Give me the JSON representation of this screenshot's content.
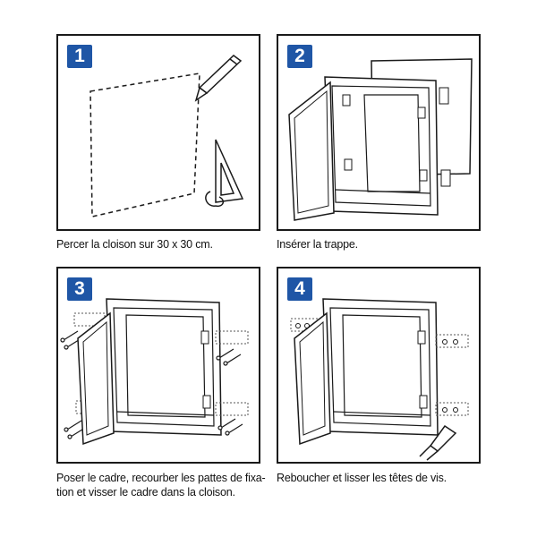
{
  "steps": [
    {
      "number": "1",
      "caption": "Percer la cloison sur 30 x 30 cm."
    },
    {
      "number": "2",
      "caption": "Insérer la trappe."
    },
    {
      "number": "3",
      "caption": "Poser le cadre, recourber les pattes de fixa-tion et visser le cadre dans la cloison."
    },
    {
      "number": "4",
      "caption": "Reboucher et lisser les têtes de vis."
    }
  ],
  "colors": {
    "badge": "#1f56a6",
    "line": "#1a1a1a"
  }
}
